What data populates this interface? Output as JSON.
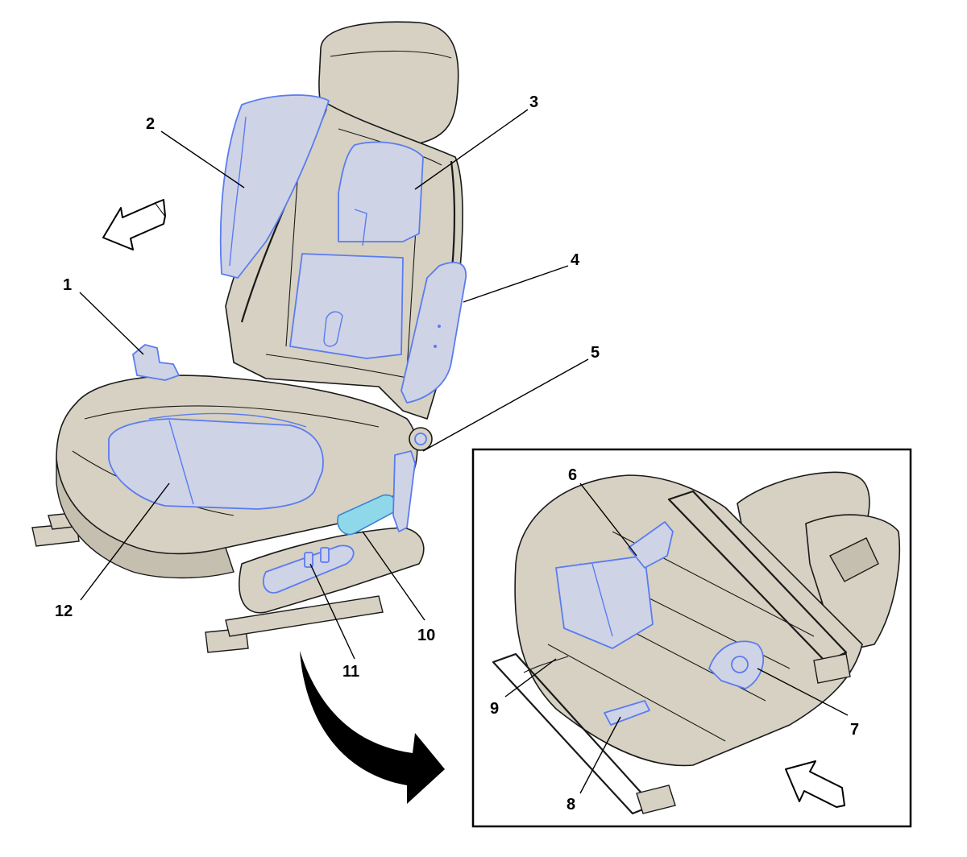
{
  "callouts": [
    {
      "id": "1",
      "label": "1"
    },
    {
      "id": "2",
      "label": "2"
    },
    {
      "id": "3",
      "label": "3"
    },
    {
      "id": "4",
      "label": "4"
    },
    {
      "id": "5",
      "label": "5"
    },
    {
      "id": "6",
      "label": "6"
    },
    {
      "id": "7",
      "label": "7"
    },
    {
      "id": "8",
      "label": "8"
    },
    {
      "id": "9",
      "label": "9"
    },
    {
      "id": "10",
      "label": "10"
    },
    {
      "id": "11",
      "label": "11"
    },
    {
      "id": "12",
      "label": "12"
    }
  ],
  "colors": {
    "seat_fill": "#d6d1c2",
    "highlight_outline": "#5b7cf0",
    "highlight_cyan": "#8fd8ea",
    "line": "#1a1a1a"
  },
  "icons": {
    "forward_arrow": "hollow-arrow-icon",
    "rotate_arrow": "curved-arrow-icon",
    "inset_arrow": "hollow-arrow-icon"
  }
}
